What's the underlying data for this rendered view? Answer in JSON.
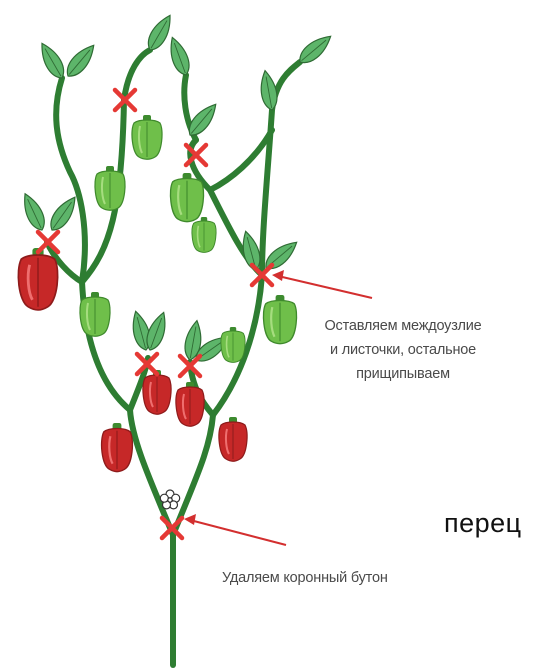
{
  "notes": {
    "keep_internodes": [
      "Оставляем междоузлие",
      "и листочки, остальное",
      "прищипываем"
    ],
    "remove_bud": "Удаляем коронный бутон"
  },
  "side_label": "перец",
  "colors": {
    "stem": "#2e7d32",
    "leaf": "#5db56a",
    "leaf_vein": "#2f6b34",
    "green_pepper": "#6fbf4a",
    "red_pepper": "#c62828",
    "cross_mark": "#e53935",
    "arrow": "#d32f2f"
  },
  "icons": {
    "crown_bud": "flower-outline-icon",
    "pinch_marker": "cross-mark-icon"
  }
}
